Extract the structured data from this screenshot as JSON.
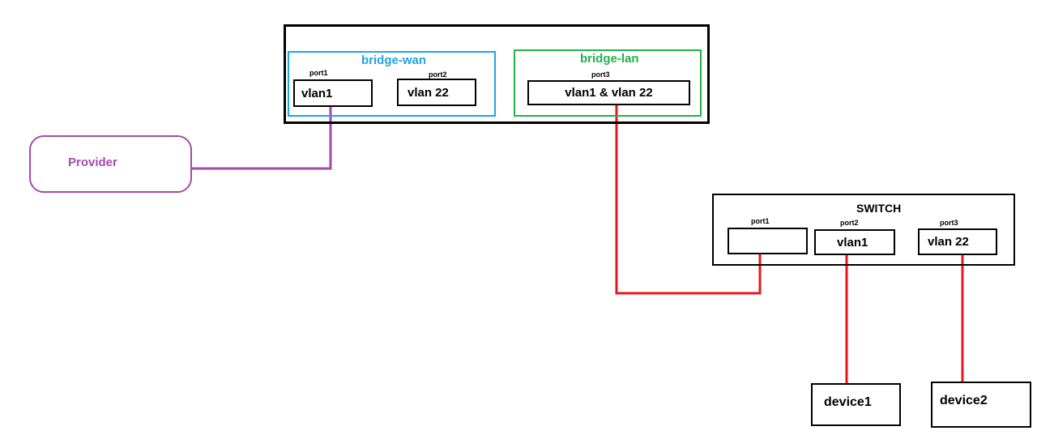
{
  "router": {
    "bridge_wan": {
      "title": "bridge-wan",
      "port1_label": "port1",
      "port1_vlan": "vlan1",
      "port2_label": "port2",
      "port2_vlan": "vlan 22"
    },
    "bridge_lan": {
      "title": "bridge-lan",
      "port3_label": "port3",
      "port3_vlan": "vlan1 & vlan 22"
    }
  },
  "provider": {
    "label": "Provider"
  },
  "switch": {
    "title": "SWITCH",
    "port1_label": "port1",
    "port1_vlan": "",
    "port2_label": "port2",
    "port2_vlan": "vlan1",
    "port3_label": "port3",
    "port3_vlan": "vlan 22"
  },
  "devices": {
    "device1": "device1",
    "device2": "device2"
  },
  "colors": {
    "wan_bridge": "#1fa4e6",
    "lan_bridge": "#1fb24a",
    "provider_link": "#a54aa8",
    "lan_link": "#e8161c"
  }
}
